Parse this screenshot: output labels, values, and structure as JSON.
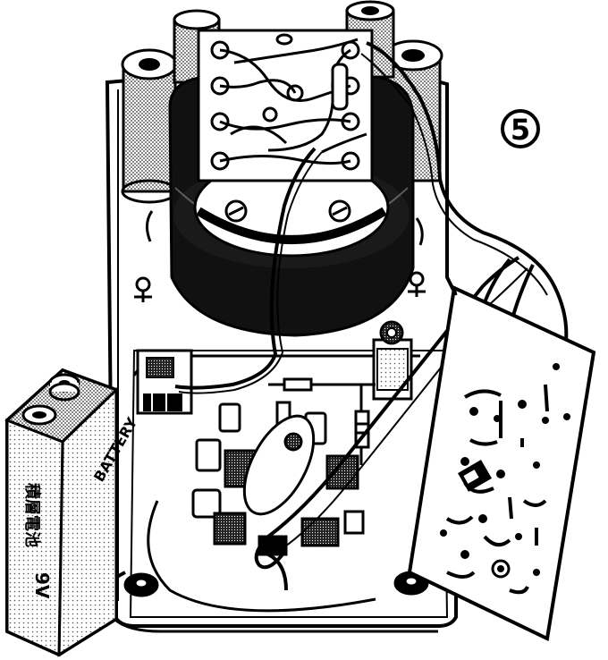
{
  "figure": {
    "step_number": "5"
  },
  "battery": {
    "voltage_label": "9V",
    "kanji_label": "積層電池",
    "brand_label": "BATTERY"
  },
  "colors": {
    "ink": "#000000",
    "paper": "#ffffff",
    "stipple": "#444444"
  }
}
